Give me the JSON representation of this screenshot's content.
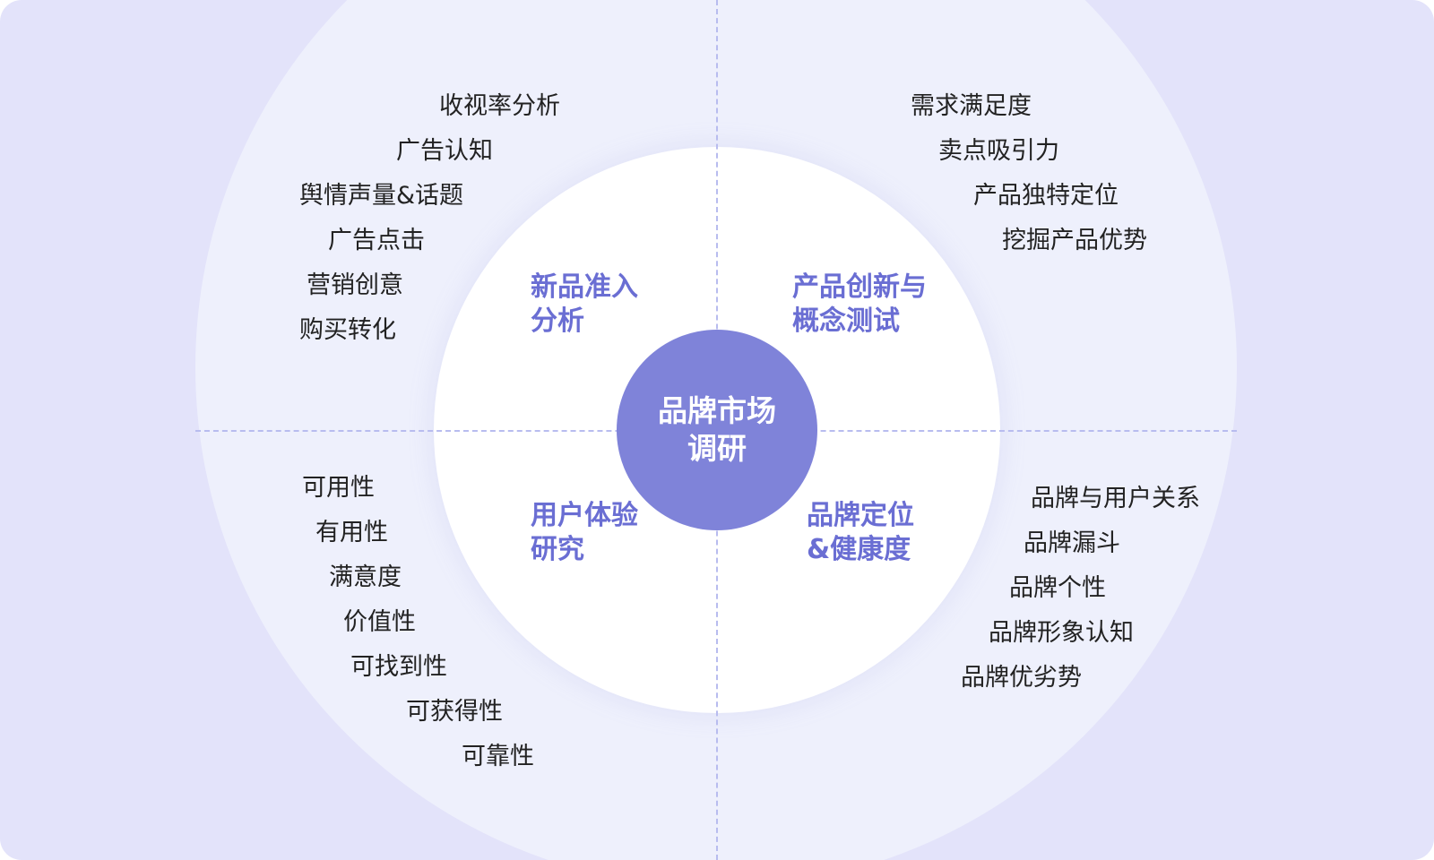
{
  "center": {
    "line1": "品牌市场",
    "line2": "调研"
  },
  "quadrants": {
    "top_left": {
      "title_line1": "新品准入",
      "title_line2": "分析",
      "items": [
        "收视率分析",
        "广告认知",
        "舆情声量&话题",
        "广告点击",
        "营销创意",
        "购买转化"
      ]
    },
    "top_right": {
      "title_line1": "产品创新与",
      "title_line2": "概念测试",
      "items": [
        "需求满足度",
        "卖点吸引力",
        "产品独特定位",
        "挖掘产品优势"
      ]
    },
    "bottom_left": {
      "title_line1": "用户体验",
      "title_line2": "研究",
      "items": [
        "可用性",
        "有用性",
        "满意度",
        "价值性",
        "可找到性",
        "可获得性",
        "可靠性"
      ]
    },
    "bottom_right": {
      "title_line1": "品牌定位",
      "title_line2": "&健康度",
      "items": [
        "品牌与用户关系",
        "品牌漏斗",
        "品牌个性",
        "品牌形象认知",
        "品牌优劣势"
      ]
    }
  },
  "colors": {
    "background": "#e3e3fa",
    "outer_ring": "#eef0fc",
    "inner_circle": "#ffffff",
    "center": "#7f83d9",
    "title": "#6a6ed3",
    "divider": "#b8bcef"
  }
}
